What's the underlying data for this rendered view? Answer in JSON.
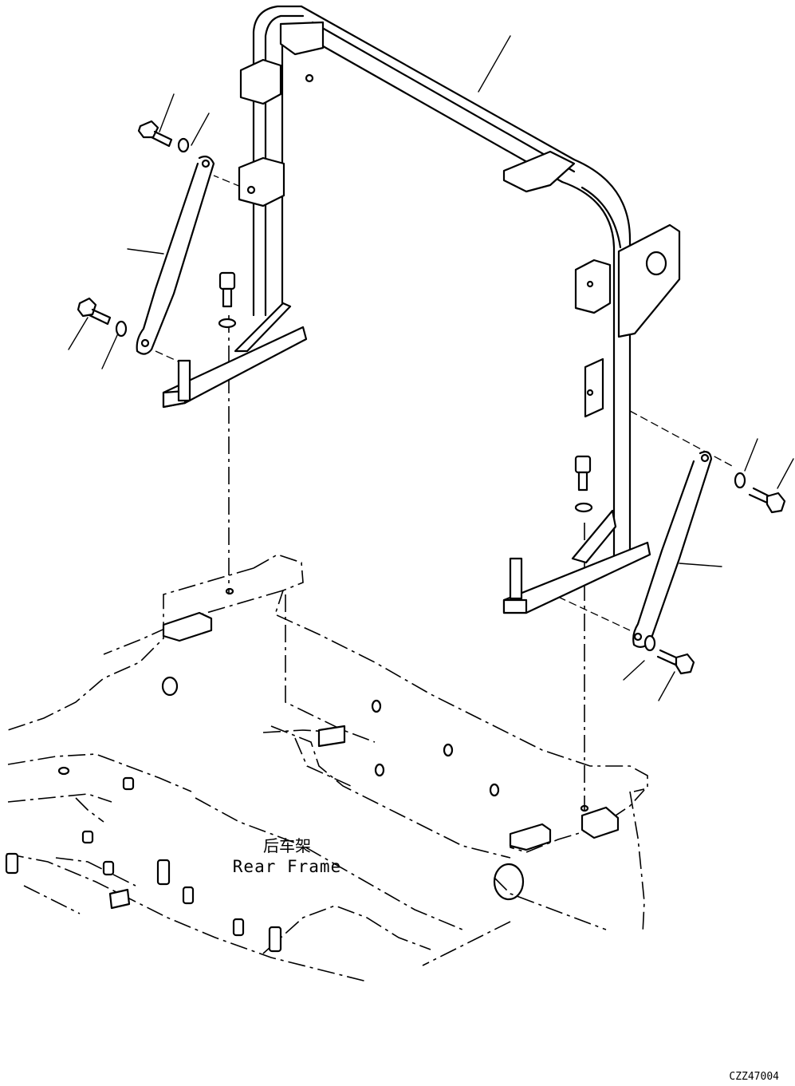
{
  "labels": {
    "frame_cn": "后车架",
    "frame_en": "Rear Frame",
    "drawing_code": "CZZ47004"
  }
}
